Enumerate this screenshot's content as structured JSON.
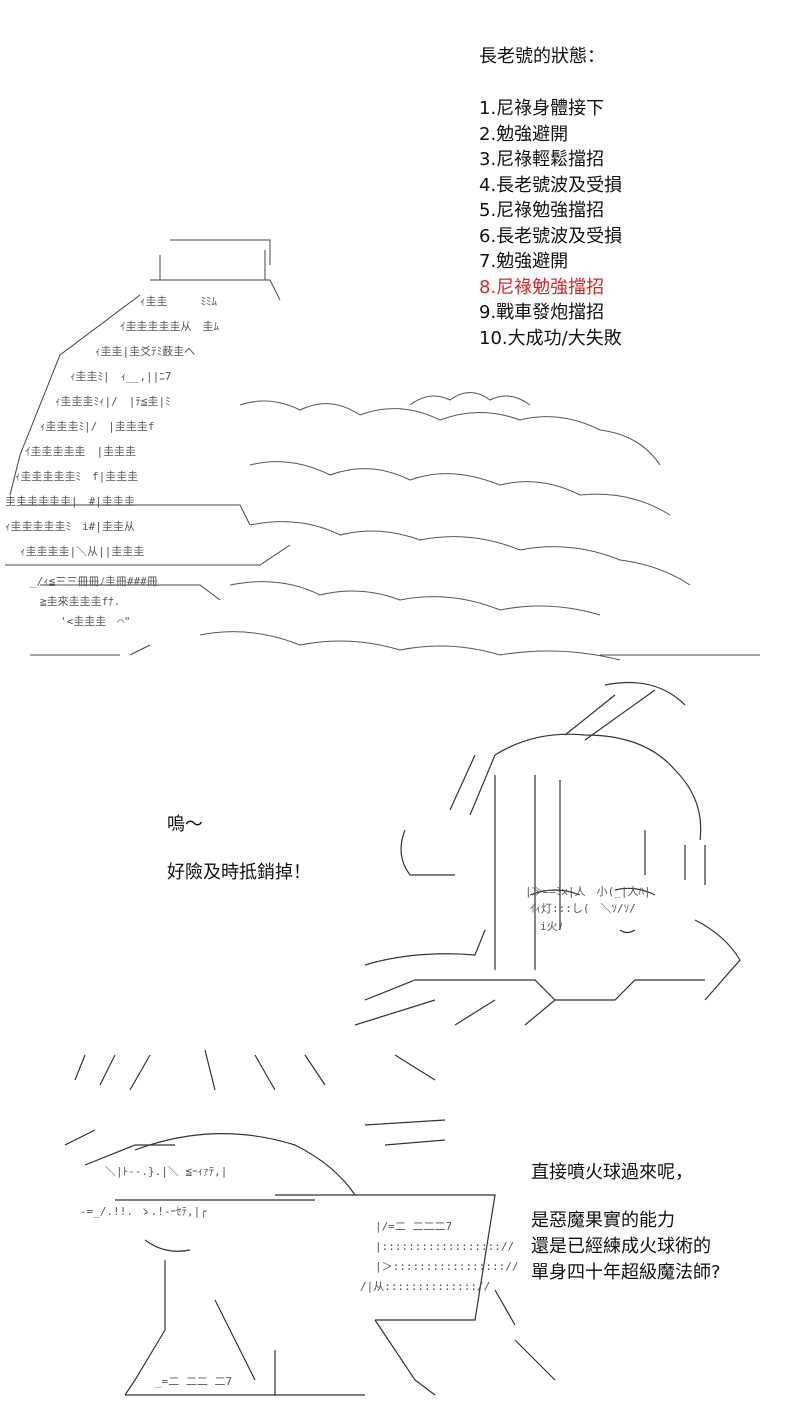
{
  "status": {
    "title": "長老號的狀態：",
    "items": [
      "1.尼祿身體接下",
      "2.勉強避開",
      "3.尼祿輕鬆擋招",
      "4.長老號波及受損",
      "5.尼祿勉強擋招",
      "6.長老號波及受損",
      "7.勉強避開",
      "8.尼祿勉強擋招",
      "9.戰車發炮擋招",
      "10.大成功/大失敗"
    ],
    "highlight_index": 7,
    "highlight_color": "#e02424"
  },
  "dialog_1": {
    "line_1": "嗚～",
    "line_2": "好險及時抵銷掉！"
  },
  "dialog_2": {
    "line_1": "直接噴火球過來呢，",
    "line_2": "是惡魔果實的能力",
    "line_3": "還是已經練成火球術的",
    "line_4": "單身四十年超級魔法師?"
  }
}
